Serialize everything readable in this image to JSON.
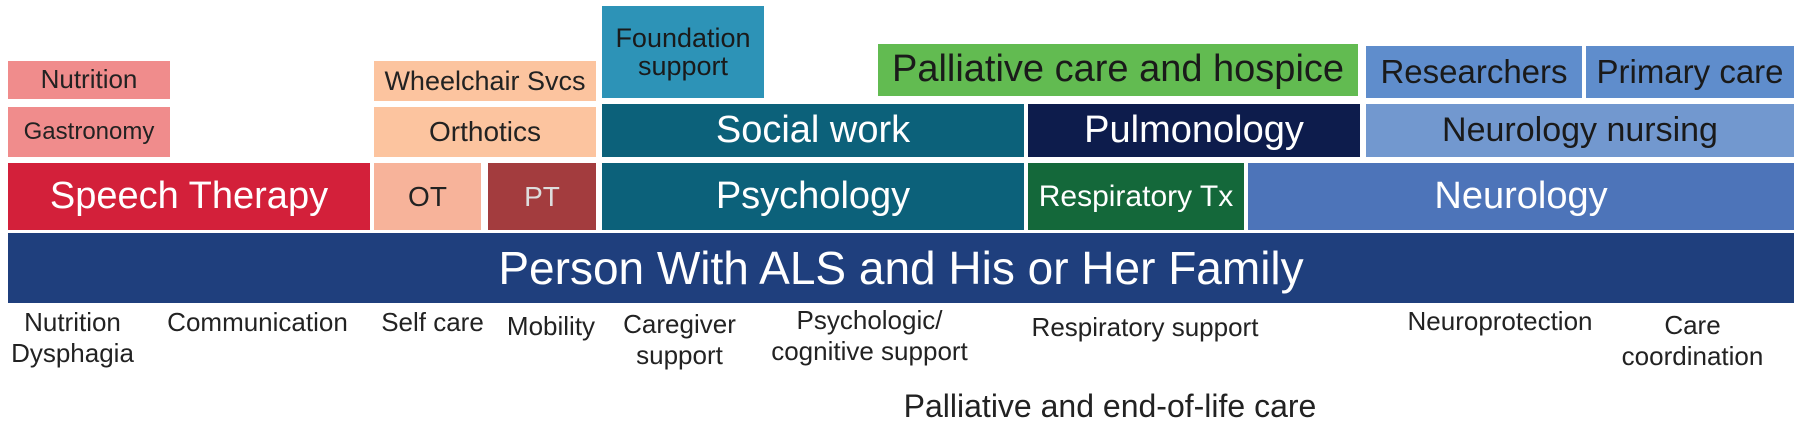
{
  "colors": {
    "base": "#1f3f7d",
    "speech": "#d3203a",
    "nutrition": "#f08c8c",
    "wheelchair_orthotics": "#fcc49f",
    "ot": "#f7b39a",
    "pt": "#a33c3e",
    "teal": "#0c617a",
    "foundation": "#2d93b7",
    "palliative": "#62bb51",
    "pulmonology": "#0d1c4c",
    "respiratory_tx": "#14683a",
    "neurology": "#4d74b9",
    "neurology_nursing": "#7298cf",
    "researchers": "#5f8dcc",
    "dark_text": "#222222",
    "light_text": "#ffffff"
  },
  "blocks": {
    "base": "Person With ALS and His or Her Family",
    "speech_therapy": "Speech Therapy",
    "gastronomy": "Gastronomy",
    "nutrition": "Nutrition",
    "ot": "OT",
    "pt": "PT",
    "orthotics": "Orthotics",
    "wheelchair": "Wheelchair Svcs",
    "psychology": "Psychology",
    "social_work": "Social work",
    "foundation_line1": "Foundation",
    "foundation_line2": "support",
    "respiratory_tx": "Respiratory Tx",
    "pulmonology": "Pulmonology",
    "palliative_hospice": "Palliative care and hospice",
    "neurology": "Neurology",
    "neurology_nursing": "Neurology nursing",
    "researchers": "Researchers",
    "primary_care": "Primary care"
  },
  "labels": {
    "nutrition_dysphagia_line1": "Nutrition",
    "nutrition_dysphagia_line2": "Dysphagia",
    "communication": "Communication",
    "self_care": "Self care",
    "mobility": "Mobility",
    "caregiver_line1": "Caregiver",
    "caregiver_line2": "support",
    "psychologic_line1": "Psychologic/",
    "psychologic_line2": "cognitive support",
    "respiratory_support": "Respiratory support",
    "neuroprotection": "Neuroprotection",
    "care_coordination_line1": "Care",
    "care_coordination_line2": "coordination",
    "palliative_end_of_life": "Palliative and end-of-life care"
  }
}
